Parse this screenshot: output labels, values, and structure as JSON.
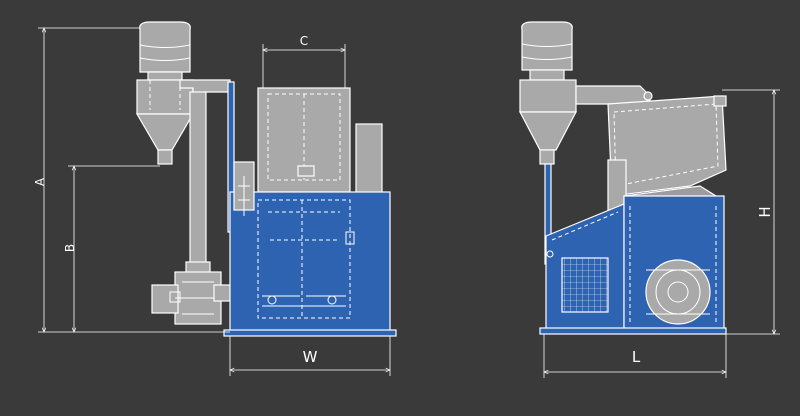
{
  "labels": {
    "A": "A",
    "B": "B",
    "C": "C",
    "W": "W",
    "H": "H",
    "L": "L"
  },
  "colors": {
    "background": "#3a3a3a",
    "machine_blue": "#2d63b0",
    "machine_gray": "#a9a9a9",
    "lines": "#ffffff"
  }
}
